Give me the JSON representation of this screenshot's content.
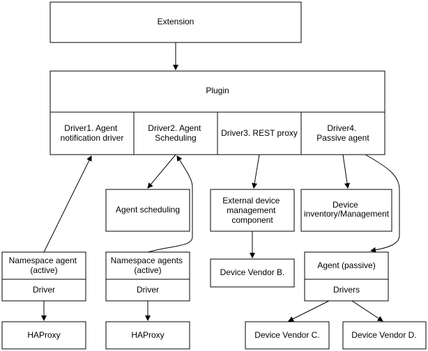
{
  "extension": {
    "label": "Extension"
  },
  "plugin": {
    "label": "Plugin",
    "drivers": [
      [
        "Driver1. Agent",
        "notification driver"
      ],
      [
        "Driver2. Agent",
        "Scheduling"
      ],
      [
        "Driver3. REST proxy"
      ],
      [
        "Driver4.",
        "Passive agent"
      ]
    ]
  },
  "agent_scheduling": {
    "label": "Agent scheduling"
  },
  "external_device_mgmt": {
    "lines": [
      "External device",
      "management",
      "component"
    ]
  },
  "device_inventory": {
    "lines": [
      "Device",
      "inventory/Management"
    ]
  },
  "namespace_agent_active": {
    "lines": [
      "Namespace agent",
      "(active)"
    ],
    "sub": "Driver"
  },
  "namespace_agents_active": {
    "lines": [
      "Namespace agents",
      "(active)"
    ],
    "sub": "Driver"
  },
  "device_vendor_b": {
    "label": "Device Vendor B."
  },
  "agent_passive": {
    "label": "Agent (passive)",
    "sub": "Drivers"
  },
  "haproxy_1": {
    "label": "HAProxy"
  },
  "haproxy_2": {
    "label": "HAProxy"
  },
  "device_vendor_c": {
    "label": "Device Vendor C."
  },
  "device_vendor_d": {
    "label": "Device Vendor D."
  }
}
